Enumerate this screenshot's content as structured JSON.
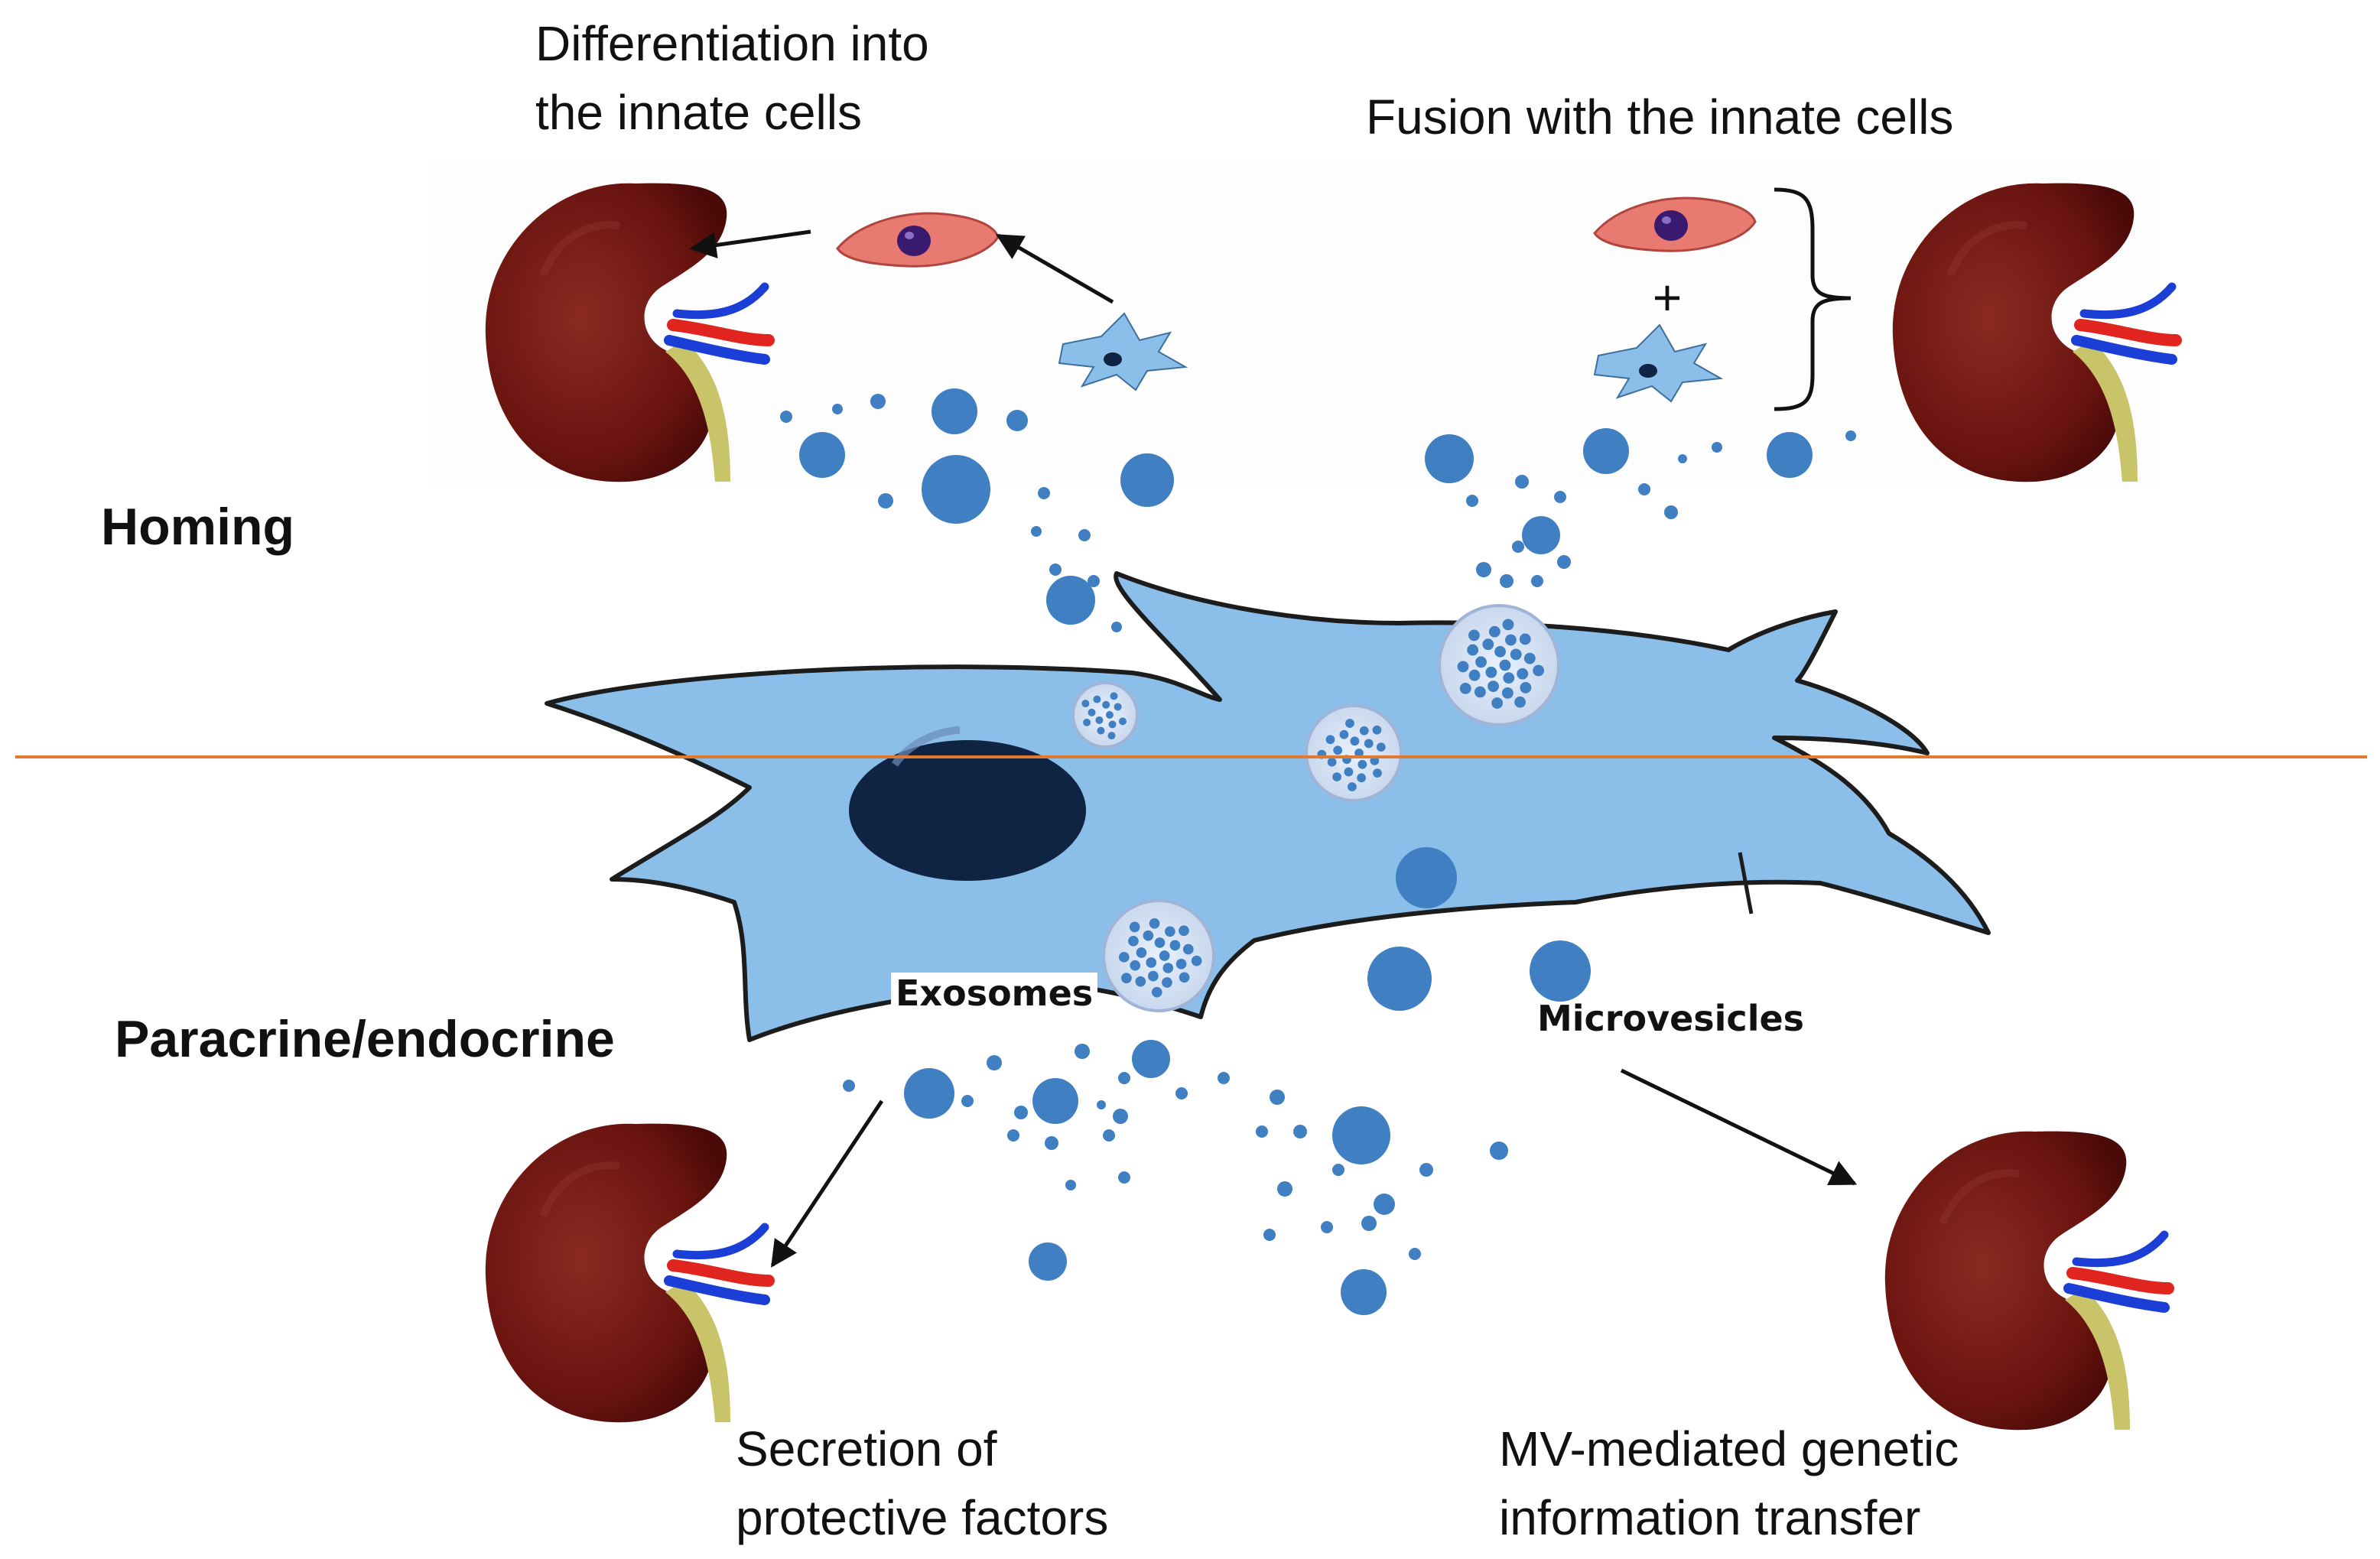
{
  "captions": {
    "top_left": [
      "Differentiation into",
      "the innate cells"
    ],
    "top_right": "Fusion with the innate cells",
    "bottom_left": [
      "Secretion of",
      "protective factors"
    ],
    "bottom_right": [
      "MV-mediated genetic",
      "information transfer"
    ]
  },
  "sections": {
    "homing": "Homing",
    "paracrine": "Paracrine/endocrine"
  },
  "vesicle_labels": {
    "exosomes": "Exosomes",
    "microvesicles": "Microvesicles"
  },
  "symbols": {
    "plus": "+"
  },
  "icons": {
    "organ": "kidney-icon",
    "stem_cell": "mesenchymal-stem-cell-icon",
    "innate_cell": "innate-cell-icon"
  },
  "colors": {
    "cell_fill": "#8bbfe9",
    "cell_outline": "#1c1c1c",
    "nucleus": "#0f2342",
    "vesicle": "#3f7fc2",
    "kidney": "#6b1410",
    "artery": "#e0241e",
    "vein": "#1a3ed6",
    "ureter": "#c9c46a",
    "innate_cell": "#e87a72",
    "divider": "#e07a30"
  }
}
